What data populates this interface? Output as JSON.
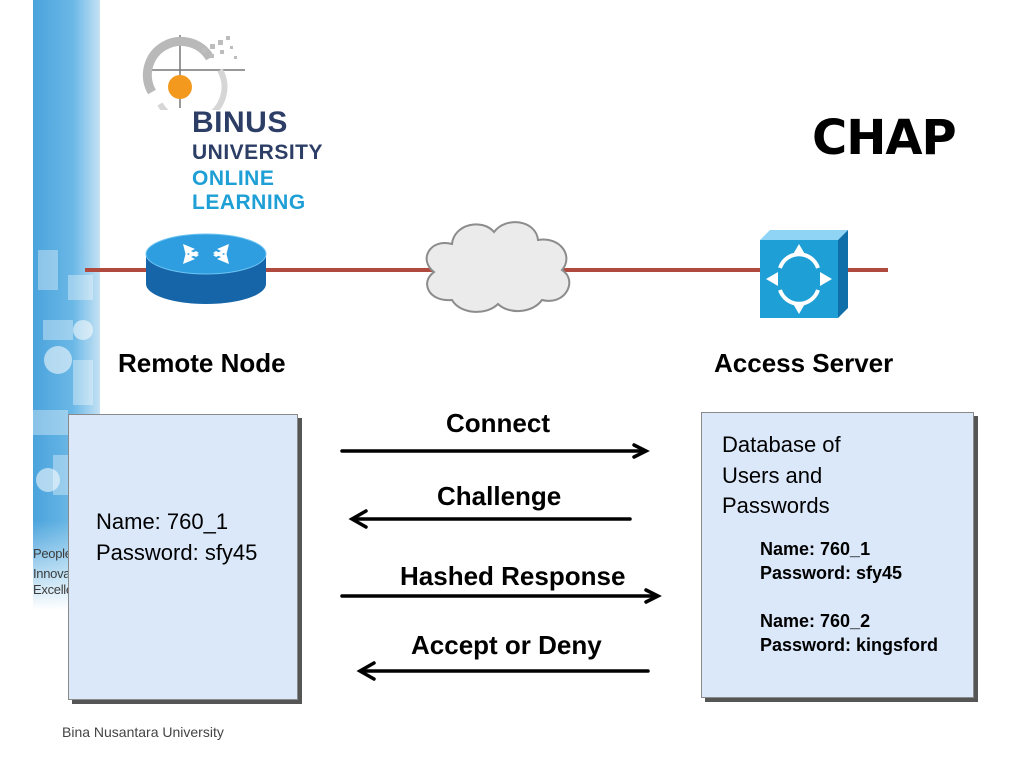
{
  "title": "CHAP",
  "logo": {
    "line1": "BINUS",
    "line2": "UNIVERSITY",
    "line3": "ONLINE",
    "line4": "LEARNING"
  },
  "side_tagline": [
    "People",
    "Innovation",
    "Excellence"
  ],
  "nodes": {
    "remote": {
      "label": "Remote Node",
      "name": "Name: 760_1",
      "password": "Password: sfy45"
    },
    "server": {
      "label": "Access Server",
      "database_lines": [
        "Database of",
        "Users and",
        "Passwords"
      ],
      "credentials": [
        {
          "name": "Name: 760_1",
          "password": "Password: sfy45"
        },
        {
          "name": "Name: 760_2",
          "password": "Password: kingsford"
        }
      ]
    }
  },
  "messages": [
    "Connect",
    "Challenge",
    "Hashed Response",
    "Accept or Deny"
  ],
  "footer": "Bina Nusantara University",
  "colors": {
    "network_line": "#b04a3e",
    "box_fill": "#dbe8fa",
    "router": "#1e88c8",
    "server_icon": "#1e9fd6",
    "brand_orange": "#f39a1e"
  },
  "icons": {
    "router": "router-icon",
    "cloud": "cloud-icon",
    "server": "access-server-icon"
  }
}
